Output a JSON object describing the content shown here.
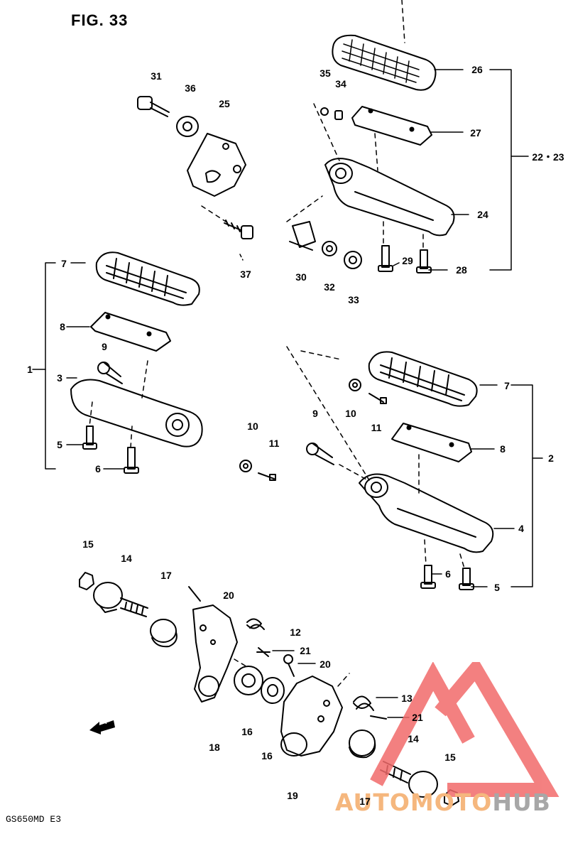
{
  "figure": {
    "title": "FIG. 33",
    "model_code": "GS650MD E3"
  },
  "watermark": {
    "text_a": "AUTOMOTO",
    "text_b": "HUB",
    "color_a": "#f5b77e",
    "color_b": "#a7a7a7",
    "triangle_color": "#f26b6b"
  },
  "forward_arrow": {
    "text": "F"
  },
  "callouts": [
    {
      "id": "c26",
      "text": "26"
    },
    {
      "id": "c27",
      "text": "27"
    },
    {
      "id": "c2223",
      "text": "22・23"
    },
    {
      "id": "c24",
      "text": "24"
    },
    {
      "id": "c29",
      "text": "29"
    },
    {
      "id": "c28",
      "text": "28"
    },
    {
      "id": "c35",
      "text": "35"
    },
    {
      "id": "c34",
      "text": "34"
    },
    {
      "id": "c31",
      "text": "31"
    },
    {
      "id": "c36",
      "text": "36"
    },
    {
      "id": "c25",
      "text": "25"
    },
    {
      "id": "c37",
      "text": "37"
    },
    {
      "id": "c30",
      "text": "30"
    },
    {
      "id": "c32",
      "text": "32"
    },
    {
      "id": "c33",
      "text": "33"
    },
    {
      "id": "c7a",
      "text": "7"
    },
    {
      "id": "c8a",
      "text": "8"
    },
    {
      "id": "c9a",
      "text": "9"
    },
    {
      "id": "c1",
      "text": "1"
    },
    {
      "id": "c3",
      "text": "3"
    },
    {
      "id": "c5a",
      "text": "5"
    },
    {
      "id": "c6a",
      "text": "6"
    },
    {
      "id": "c10a",
      "text": "10"
    },
    {
      "id": "c11a",
      "text": "11"
    },
    {
      "id": "c9b",
      "text": "9"
    },
    {
      "id": "c10b",
      "text": "10"
    },
    {
      "id": "c11b",
      "text": "11"
    },
    {
      "id": "c7b",
      "text": "7"
    },
    {
      "id": "c8b",
      "text": "8"
    },
    {
      "id": "c2",
      "text": "2"
    },
    {
      "id": "c4",
      "text": "4"
    },
    {
      "id": "c6b",
      "text": "6"
    },
    {
      "id": "c5b",
      "text": "5"
    },
    {
      "id": "c15a",
      "text": "15"
    },
    {
      "id": "c14a",
      "text": "14"
    },
    {
      "id": "c17a",
      "text": "17"
    },
    {
      "id": "c20a",
      "text": "20"
    },
    {
      "id": "c12",
      "text": "12"
    },
    {
      "id": "c21a",
      "text": "21"
    },
    {
      "id": "c20b",
      "text": "20"
    },
    {
      "id": "c13",
      "text": "13"
    },
    {
      "id": "c21b",
      "text": "21"
    },
    {
      "id": "c14b",
      "text": "14"
    },
    {
      "id": "c15b",
      "text": "15"
    },
    {
      "id": "c18",
      "text": "18"
    },
    {
      "id": "c16a",
      "text": "16"
    },
    {
      "id": "c16b",
      "text": "16"
    },
    {
      "id": "c19",
      "text": "19"
    },
    {
      "id": "c17b",
      "text": "17"
    }
  ]
}
